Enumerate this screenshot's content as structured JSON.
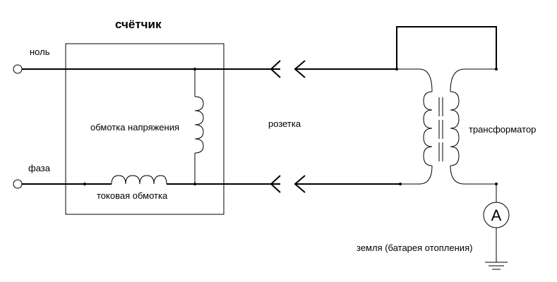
{
  "title": "счётчик",
  "labels": {
    "zero": "ноль",
    "phase": "фаза",
    "voltage_winding": "обмотка напряжения",
    "current_winding": "токовая обмотка",
    "socket": "розетка",
    "transformer": "трансформатор",
    "ground": "земля (батарея отопления)"
  },
  "ammeter_symbol": "A"
}
